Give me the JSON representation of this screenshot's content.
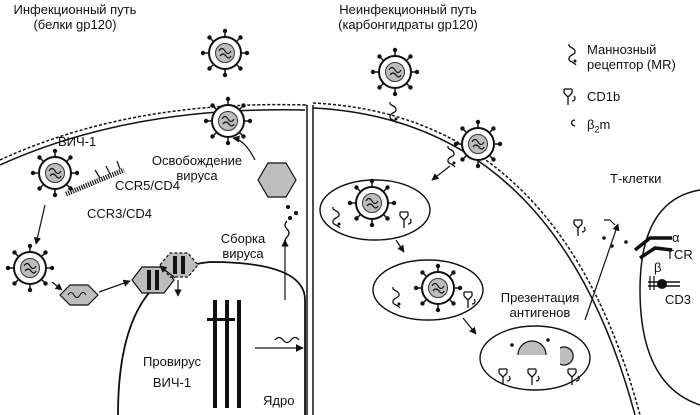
{
  "left": {
    "title_line1": "Инфекционный путь",
    "title_line2": "(белки gp120)",
    "virus_label": "ВИЧ-1",
    "receptor1": "CCR5/CD4",
    "receptor2": "CCR3/CD4",
    "release_line1": "Освобождение",
    "release_line2": "вируса",
    "assembly_line1": "Сборка",
    "assembly_line2": "вируса",
    "provirus_line1": "Провирус",
    "provirus_line2": "ВИЧ-1",
    "nucleus": "Ядро"
  },
  "right": {
    "title_line1": "Неинфекционный путь",
    "title_line2": "(карбонгидраты gp120)",
    "presentation_line1": "Презентация",
    "presentation_line2": "антигенов"
  },
  "legend": {
    "mannose_line1": "Маннозный",
    "mannose_line2": "рецептор (MR)",
    "cd1b": "CD1b",
    "b2m_base": "β",
    "b2m_sub": "2",
    "b2m_tail": "m"
  },
  "tcell": {
    "title": "Т-клетки",
    "alpha": "α",
    "beta": "β",
    "tcr": "TCR",
    "cd3": "CD3"
  }
}
